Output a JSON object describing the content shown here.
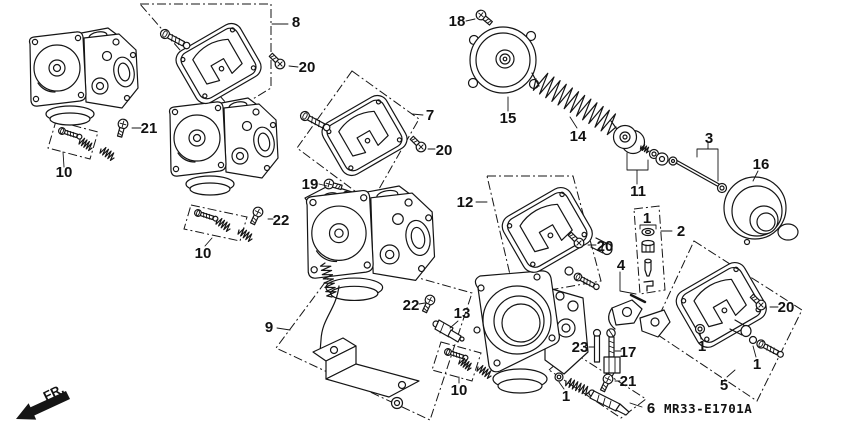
{
  "diagram": {
    "code": "MR33-E1701A",
    "front_marker": "FR.",
    "callouts": [
      {
        "text": "8"
      },
      {
        "text": "20"
      },
      {
        "text": "21"
      },
      {
        "text": "10"
      },
      {
        "text": "18"
      },
      {
        "text": "15"
      },
      {
        "text": "14"
      },
      {
        "text": "7"
      },
      {
        "text": "20"
      },
      {
        "text": "19"
      },
      {
        "text": "12"
      },
      {
        "text": "11"
      },
      {
        "text": "3"
      },
      {
        "text": "16"
      },
      {
        "text": "1"
      },
      {
        "text": "2"
      },
      {
        "text": "4"
      },
      {
        "text": "20"
      },
      {
        "text": "20"
      },
      {
        "text": "22"
      },
      {
        "text": "10"
      },
      {
        "text": "9"
      },
      {
        "text": "22"
      },
      {
        "text": "13"
      },
      {
        "text": "10"
      },
      {
        "text": "23"
      },
      {
        "text": "17"
      },
      {
        "text": "21"
      },
      {
        "text": "1"
      },
      {
        "text": "6"
      },
      {
        "text": "1"
      },
      {
        "text": "1"
      },
      {
        "text": "5"
      }
    ]
  },
  "colors": {
    "ink": "#151515",
    "background": "#ffffff"
  }
}
